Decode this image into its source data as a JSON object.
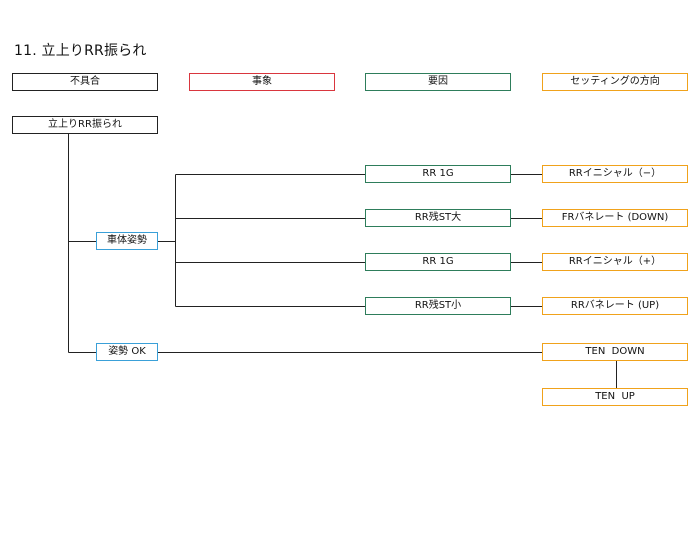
{
  "title": "11. 立上りRR振られ",
  "headers": {
    "defect": "不具合",
    "phenomenon": "事象",
    "cause": "要因",
    "setting": "セッティングの方向"
  },
  "root": "立上りRR振られ",
  "phenomena": [
    "車体姿勢",
    "姿勢 OK"
  ],
  "causes": [
    "RR 1G",
    "RR残ST大",
    "RR 1G",
    "RR残ST小"
  ],
  "settings": [
    "RRイニシャル（−）",
    "FRバネレート (DOWN)",
    "RRイニシャル（+）",
    "RRバネレート (UP)",
    "TEN  DOWN",
    "TEN  UP"
  ],
  "colors": {
    "defect": "#222222",
    "phenomenon": "#d9363e",
    "cause": "#2e7d5b",
    "setting": "#f0a21b",
    "phenomenon_node": "#3aa0d8"
  }
}
